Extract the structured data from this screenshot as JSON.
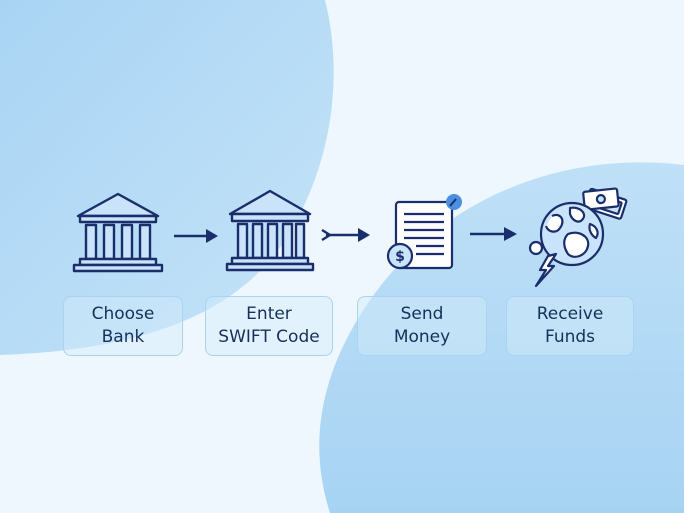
{
  "steps": [
    {
      "line1": "Choose",
      "line2": "Bank",
      "icon": "bank-icon"
    },
    {
      "line1": "Enter",
      "line2": "SWIFT Code",
      "icon": "bank-icon"
    },
    {
      "line1": "Send",
      "line2": "Money",
      "icon": "document-dollar-icon"
    },
    {
      "line1": "Receive",
      "line2": "Funds",
      "icon": "globe-money-icon"
    }
  ],
  "colors": {
    "stroke": "#1a2e6b",
    "accent": "#4a8fe0",
    "icon_fill": "#c9e3fa",
    "label_text": "#16305a",
    "box_border": "#a9d3f0"
  }
}
